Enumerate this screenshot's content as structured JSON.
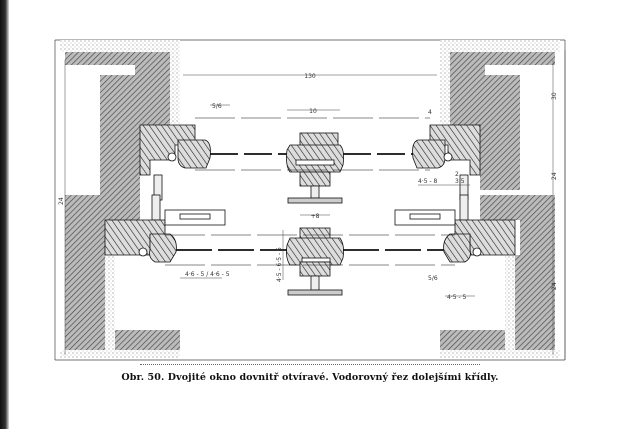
{
  "caption": "Obr. 50. Dvojité okno dovnitř otvíravé. Vodorovný řez dolejšími křídly.",
  "dimensions": {
    "overall_width": "130",
    "sash_gap": "10",
    "mullion_width": "+8",
    "upper_left_profile": "5/6",
    "upper_right_gap": "4",
    "upper_right_offsets": "4·5 - 8",
    "upper_right_small": "3·5",
    "upper_right_two": "2",
    "mullion_vertical": "4·5 - 6·5 - 5",
    "lower_left_profile": "4·6 - 5 / 4·6 - 5",
    "lower_right_profile": "5/6",
    "lower_right_offset": "4·5 - 5",
    "right_height_top": "30",
    "right_height_mid": "24",
    "right_height_bottom": "24",
    "left_height": "24"
  }
}
